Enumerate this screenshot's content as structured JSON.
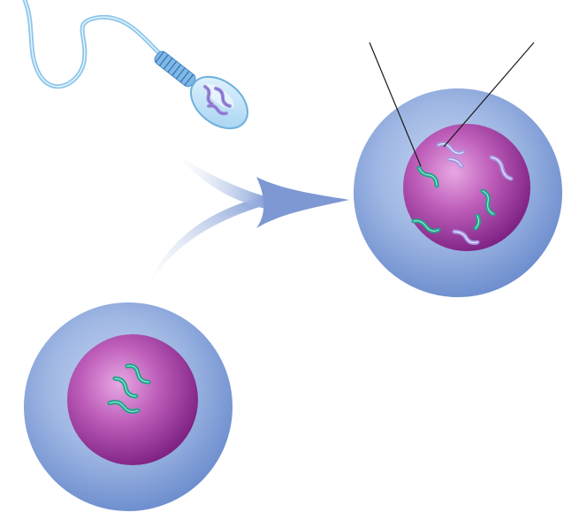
{
  "diagram": {
    "title": "",
    "labels": {
      "paternal_label": "",
      "maternal_label": ""
    },
    "elements": [
      "sperm-cell",
      "egg-cell",
      "fertilization-arrow",
      "zygote-cell"
    ],
    "colors": {
      "cytoplasm": "#7f9fd6",
      "nucleus": "#9b2f98",
      "paternal_chromosome": "#9a8ad8",
      "maternal_chromosome": "#1fa38a",
      "arrow": "#8fa6d8",
      "sperm": "#8cc6ea"
    },
    "zygote_chromosomes": {
      "paternal_count": 4,
      "maternal_count": 4
    },
    "egg_chromosomes": {
      "maternal_count": 3
    },
    "sperm_chromosomes": {
      "paternal_count": 3
    }
  }
}
